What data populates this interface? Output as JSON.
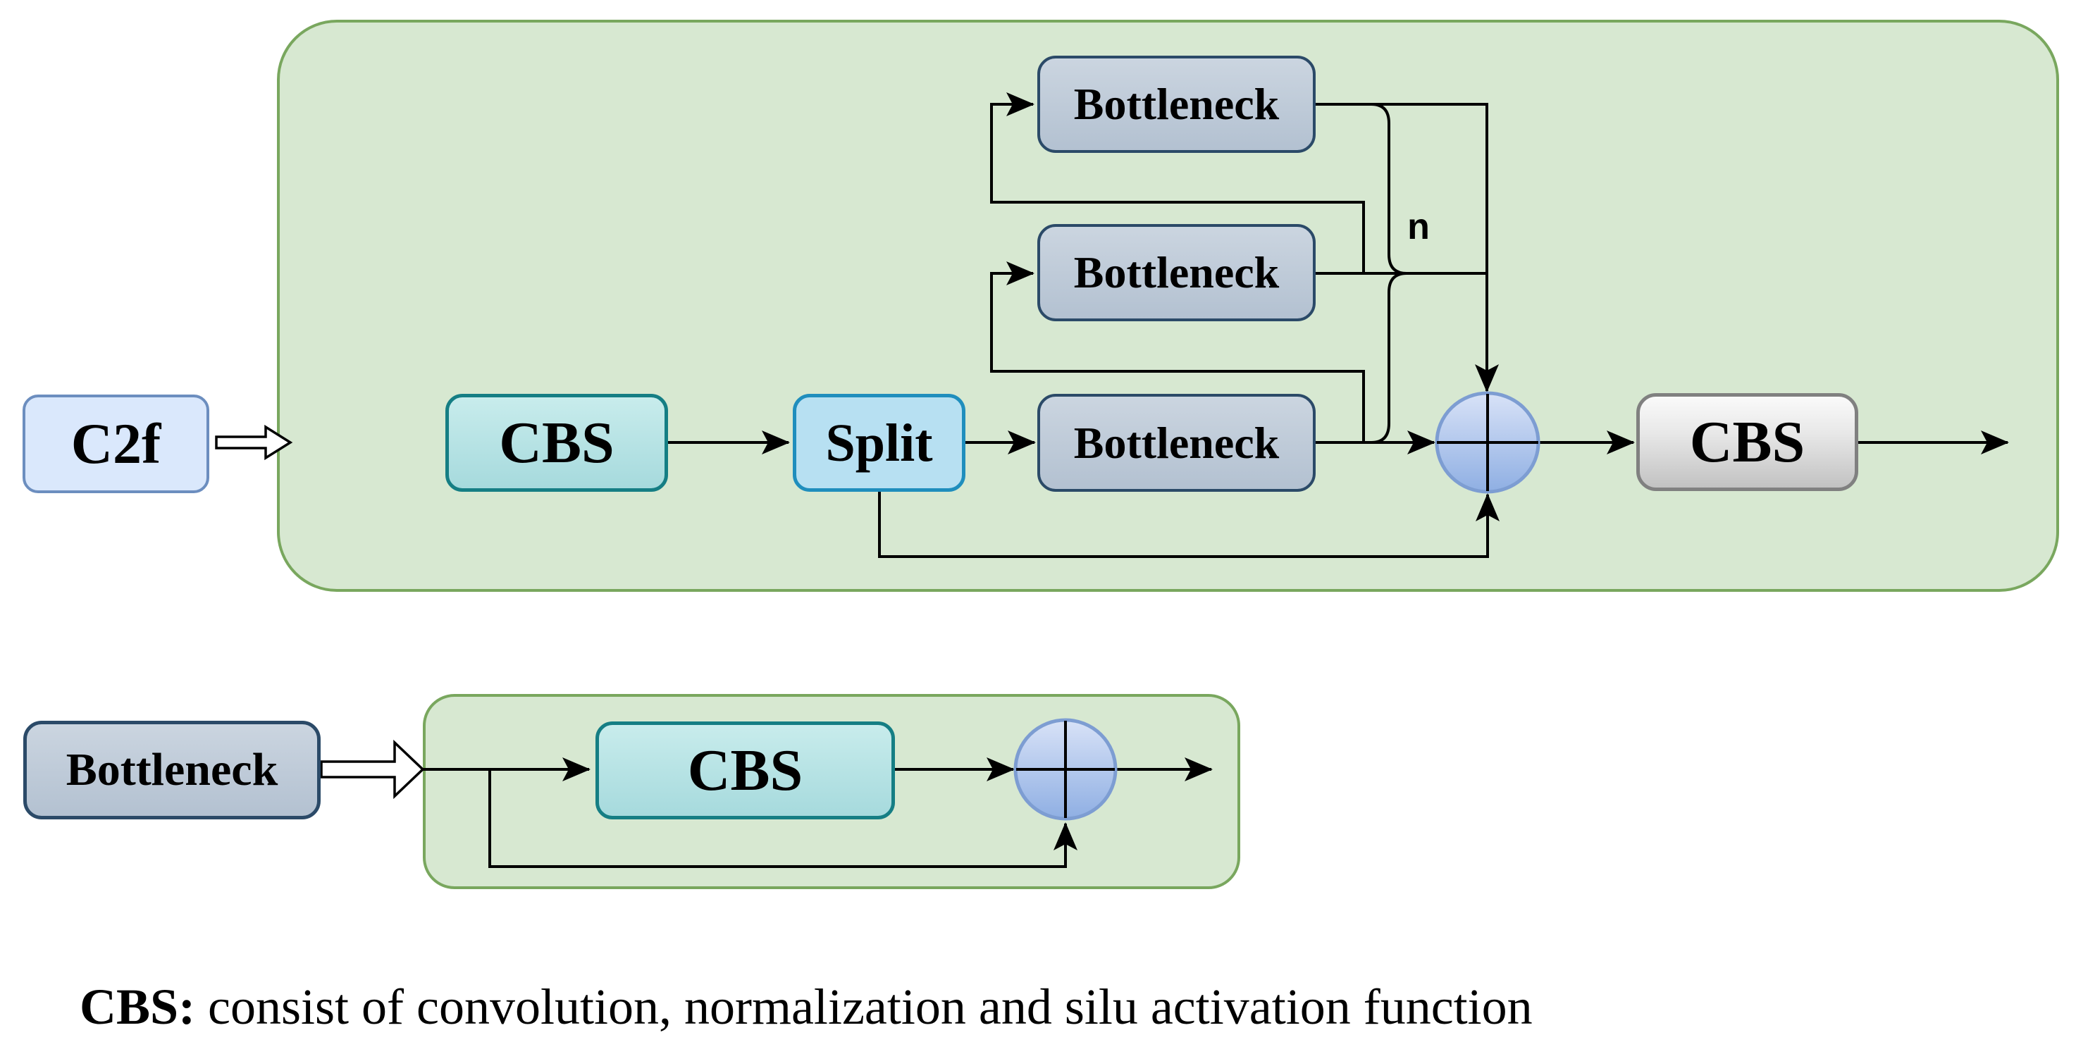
{
  "diagram": {
    "c2f_label": "C2f",
    "cbs_label": "CBS",
    "split_label": "Split",
    "bottleneck_label": "Bottleneck",
    "repeat_label": "n"
  },
  "caption": {
    "term": "CBS:",
    "definition": " consist of convolution, normalization and silu activation function"
  },
  "colors": {
    "green_fill": "#d7e8d1",
    "green_border": "#79a75e",
    "blue_fill": "#dae8fc",
    "blue_border": "#6c8ebf",
    "teal_top": "#c8ecec",
    "teal_bottom": "#a6dadd",
    "teal_border": "#157e84",
    "split_fill": "#b7e0f2",
    "split_border": "#1f8ebd",
    "bottleneck_top": "#cbd5e0",
    "bottleneck_bottom": "#b3c1d1",
    "bottleneck_border": "#2b4a68",
    "gray_top": "#fafafa",
    "gray_bottom": "#c2c2c2",
    "gray_border": "#808080",
    "node_top": "#d8e2f7",
    "node_bottom": "#8fafe3",
    "node_border": "#7d9dd2",
    "line": "#000000"
  }
}
